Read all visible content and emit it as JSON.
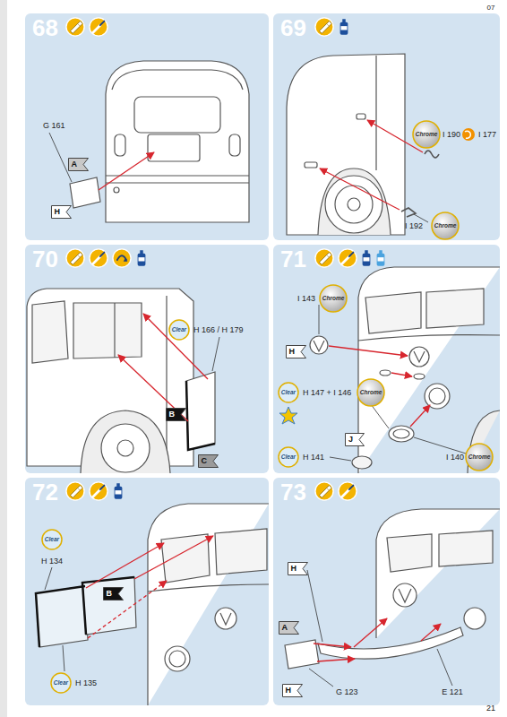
{
  "diagram": {
    "nodes": [
      {
        "text": [
          "68"
        ]
      },
      {
        "text": [
          "A"
        ],
        "in": 0
      },
      {
        "text": [
          "H"
        ],
        "in": 0
      },
      {
        "text": [
          "69"
        ]
      },
      {
        "text": [
          "Chrome"
        ],
        "in": 3
      },
      {
        "text": [
          "Chrome"
        ],
        "in": 3
      },
      {
        "text": [
          "70"
        ]
      },
      {
        "text": [
          "Clear"
        ],
        "in": 6
      },
      {
        "text": [
          "B"
        ],
        "in": 6
      },
      {
        "text": [
          "C"
        ],
        "in": 6
      },
      {
        "text": [
          "71"
        ]
      },
      {
        "text": [
          "Chrome"
        ],
        "in": 10
      },
      {
        "text": [
          "H"
        ],
        "in": 10
      },
      {
        "text": [
          "Clear"
        ],
        "in": 10
      },
      {
        "text": [
          "Chrome"
        ],
        "in": 10
      },
      {
        "text": [
          "J"
        ],
        "in": 10
      },
      {
        "text": [
          "Chrome"
        ],
        "in": 10
      },
      {
        "text": [
          "Clear"
        ],
        "in": 10
      },
      {
        "text": [
          "72"
        ]
      },
      {
        "text": [
          "Clear"
        ],
        "in": 18
      },
      {
        "text": [
          "B"
        ],
        "in": 18
      },
      {
        "text": [
          "Clear"
        ],
        "in": 18
      },
      {
        "text": [
          "73"
        ]
      },
      {
        "text": [
          "H"
        ],
        "in": 22
      },
      {
        "text": [
          "A"
        ],
        "in": 22
      },
      {
        "text": [
          "H"
        ],
        "in": 22
      }
    ],
    "labels": [
      "07",
      "G 161",
      "I 190",
      "I 177",
      "I 192",
      "H 166 / H 179",
      "I 143",
      "H 147 + I 146",
      "H 141",
      "I 140",
      "H 134",
      "H 135",
      "G 123",
      "E 121",
      "21"
    ]
  }
}
